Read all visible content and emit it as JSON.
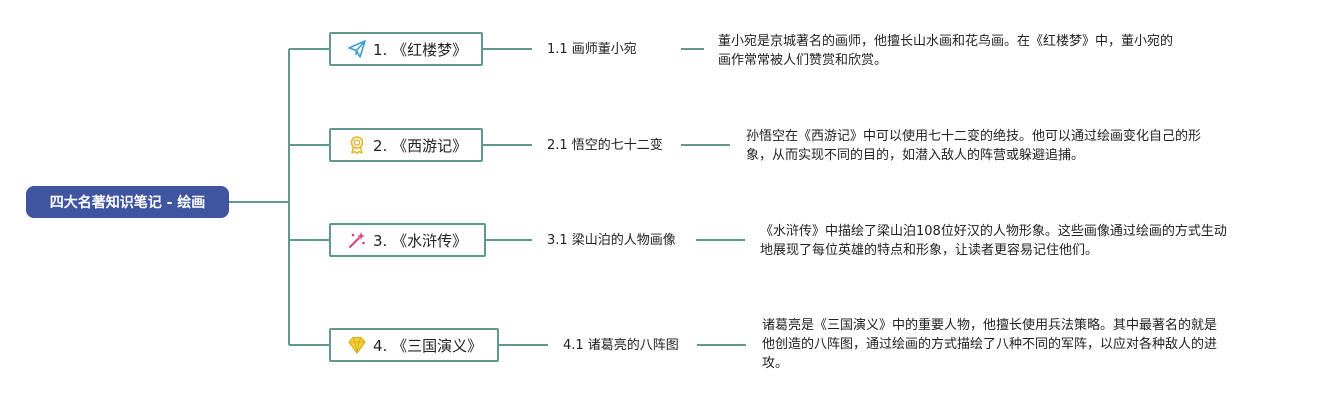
{
  "root": {
    "label": "四大名著知识笔记 - 绘画"
  },
  "branches": [
    {
      "topic": "1. 《红楼梦》",
      "icon": "paper-plane-icon",
      "sub": "1.1 画师董小宛",
      "desc": [
        "董小宛是京城著名的画师，他擅长山水画和花鸟画。在《红楼梦》中，董小宛的",
        "画作常常被人们赞赏和欣赏。"
      ]
    },
    {
      "topic": "2. 《西游记》",
      "icon": "award-ribbon-icon",
      "sub": "2.1 悟空的七十二变",
      "desc": [
        "孙悟空在《西游记》中可以使用七十二变的绝技。他可以通过绘画变化自己的形",
        "象，从而实现不同的目的，如潜入敌人的阵营或躲避追捕。"
      ]
    },
    {
      "topic": "3. 《水浒传》",
      "icon": "magic-wand-icon",
      "sub": "3.1 梁山泊的人物画像",
      "desc": [
        "《水浒传》中描绘了梁山泊108位好汉的人物形象。这些画像通过绘画的方式生动",
        "地展现了每位英雄的特点和形象，让读者更容易记住他们。"
      ]
    },
    {
      "topic": "4. 《三国演义》",
      "icon": "diamond-icon",
      "sub": "4.1 诸葛亮的八阵图",
      "desc": [
        "诸葛亮是《三国演义》中的重要人物，他擅长使用兵法策略。其中最著名的就是",
        "他创造的八阵图，通过绘画的方式描绘了八种不同的军阵，以应对各种敌人的进",
        "攻。"
      ]
    }
  ],
  "colors": {
    "root_fill": "#3f55a0",
    "connector": "#5f9a8c",
    "icon_blue": "#3a9fd6",
    "icon_gold": "#e8b52a",
    "icon_pink": "#e0407a",
    "icon_yellow": "#f2d23a"
  }
}
